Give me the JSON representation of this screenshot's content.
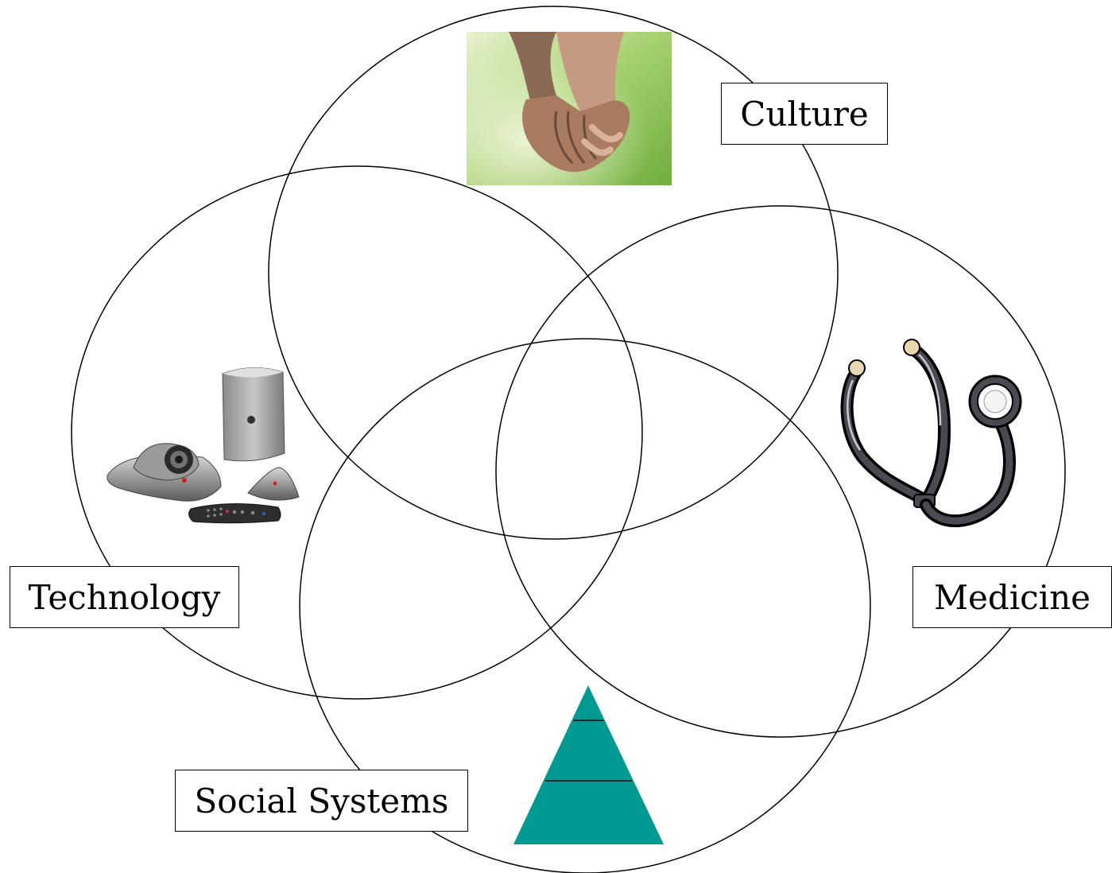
{
  "labels": {
    "culture": "Culture",
    "technology": "Technology",
    "medicine": "Medicine",
    "social_systems": "Social Systems"
  },
  "icons": {
    "culture": "holding-hands-photo",
    "technology": "videoconference-equipment",
    "medicine": "stethoscope",
    "social_systems": "hierarchy-pyramid"
  },
  "colors": {
    "stroke": "#000000",
    "pyramid": "#009a93",
    "stethoscope": "#4a4a52"
  }
}
